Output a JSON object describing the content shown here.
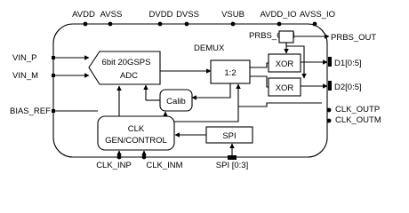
{
  "diagram": {
    "top_pins": {
      "avdd": "AVDD",
      "avss": "AVSS",
      "dvdd": "DVDD",
      "dvss": "DVSS",
      "vsub": "VSUB",
      "avdd_io": "AVDD_IO",
      "avss_io": "AVSS_IO"
    },
    "left_pins": {
      "vin_p": "VIN_P",
      "vin_m": "VIN_M",
      "bias_ref": "BIAS_REF"
    },
    "right_pins": {
      "prbs_out": "PRBS_OUT",
      "d1": "D1[0:5]",
      "d2": "D2[0:5]",
      "clk_outp": "CLK_OUTP",
      "clk_outm": "CLK_OUTM"
    },
    "bottom_pins": {
      "clk_inp": "CLK_INP",
      "clk_inm": "CLK_INM",
      "spi": "SPI [0:3]"
    },
    "blocks": {
      "adc_line1": "6bit 20GSPS",
      "adc_line2": "ADC",
      "demux_title": "DEMUX",
      "demux": "1:2",
      "calib": "Calib",
      "clk_line1": "CLK",
      "clk_line2": "GEN/CONTROL",
      "spi": "SPI",
      "prbs_gen": "PRBS_GEN",
      "xor1": "XOR",
      "xor2": "XOR"
    }
  }
}
